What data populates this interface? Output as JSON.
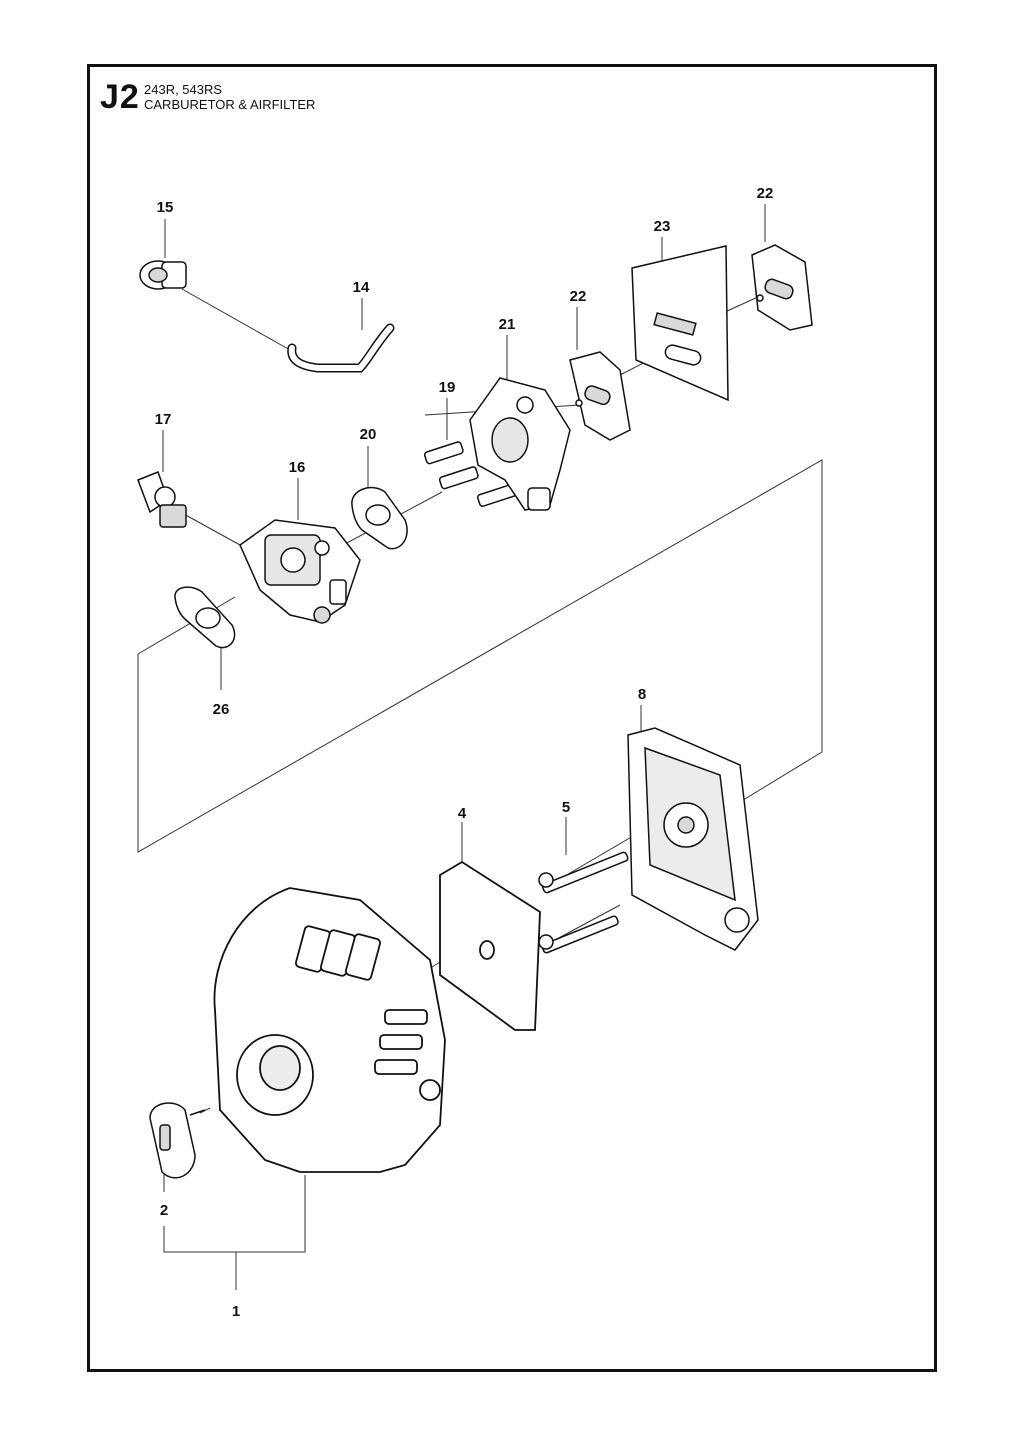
{
  "header": {
    "section": "J2",
    "models": "243R, 543RS",
    "title": "CARBURETOR & AIRFILTER"
  },
  "callouts": {
    "p1": "1",
    "p2": "2",
    "p4": "4",
    "p5": "5",
    "p8": "8",
    "p14": "14",
    "p15": "15",
    "p16": "16",
    "p17": "17",
    "p19": "19",
    "p20": "20",
    "p21": "21",
    "p22a": "22",
    "p22b": "22",
    "p23": "23",
    "p26": "26"
  },
  "colors": {
    "ink": "#111111",
    "line": "#333333",
    "fill": "#ffffff",
    "shade": "#d9d9d9"
  }
}
